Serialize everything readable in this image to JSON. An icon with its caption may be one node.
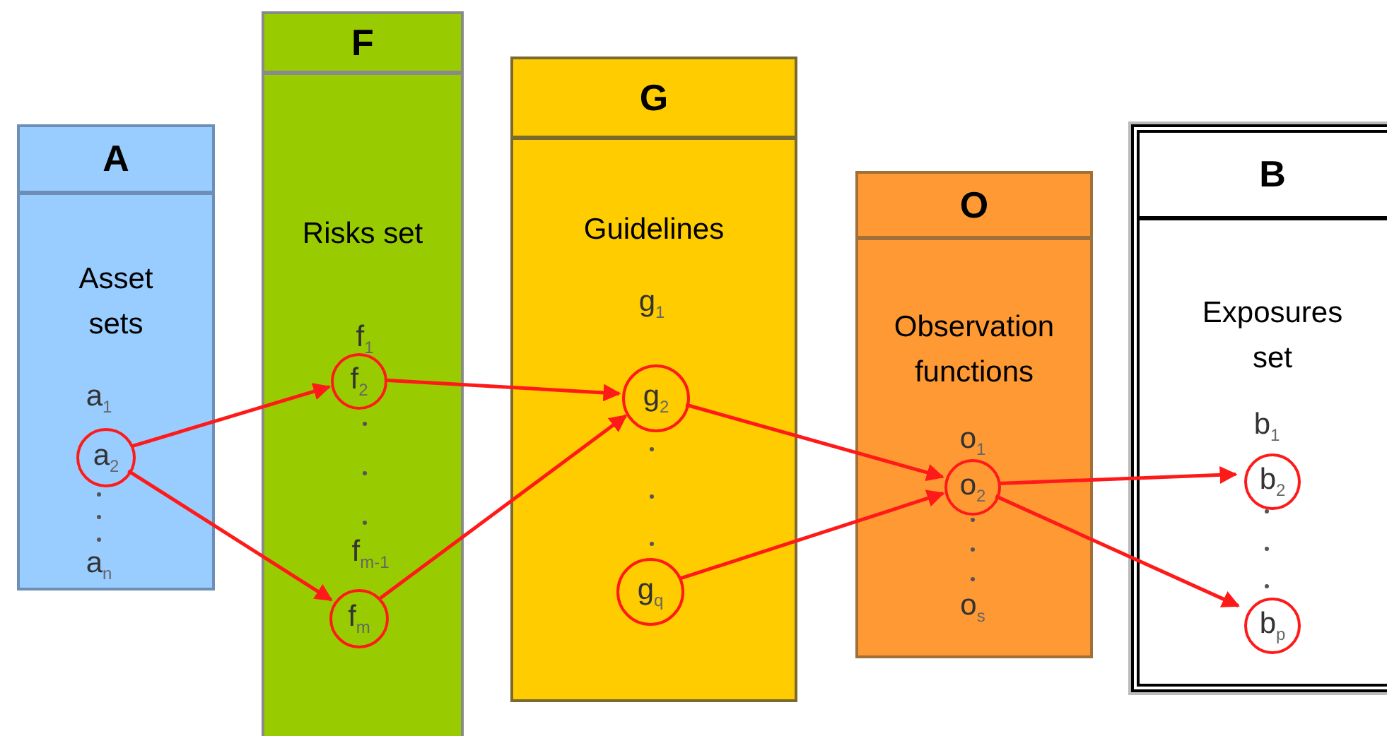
{
  "diagram": {
    "nodes": [
      {
        "text": [
          "A",
          "Asset sets"
        ]
      },
      {
        "text": [
          "a$_{2}$"
        ],
        "in": 0
      },
      {
        "text": [
          "F",
          "Risks set"
        ]
      },
      {
        "text": [
          "f$_{2}$"
        ],
        "in": 2
      },
      {
        "text": [
          "f$_{m}$"
        ],
        "in": 2
      },
      {
        "text": [
          "G",
          "Guidelines"
        ]
      },
      {
        "text": [
          "g$_{2}$"
        ],
        "in": 5
      },
      {
        "text": [
          "g$_{q}$"
        ],
        "in": 5
      },
      {
        "text": [
          "O",
          "Observation functions"
        ]
      },
      {
        "text": [
          "o$_{2}$"
        ],
        "in": 8
      },
      {
        "text": [
          "B",
          "Exposures set"
        ]
      },
      {
        "text": [
          "b$_{2}$"
        ],
        "in": 10
      },
      {
        "text": [
          "b$_{p}$"
        ],
        "in": 10
      }
    ],
    "edges": [
      {
        "from": 1,
        "to": 3,
        "arrow": "to"
      },
      {
        "from": 1,
        "to": 4,
        "arrow": "to"
      },
      {
        "from": 3,
        "to": 6,
        "arrow": "to"
      },
      {
        "from": 4,
        "to": 6,
        "arrow": "to"
      },
      {
        "from": 6,
        "to": 9,
        "arrow": "to"
      },
      {
        "from": 7,
        "to": 9,
        "arrow": "to"
      },
      {
        "from": 9,
        "to": 11,
        "arrow": "to"
      },
      {
        "from": 9,
        "to": 12,
        "arrow": "to"
      }
    ],
    "labels": [
      "a$_{1}$",
      "a$_{n}$",
      "f$_{1}$",
      "f$_{m-1}$",
      "g$_{1}$",
      "o$_{1}$",
      "o$_{s}$",
      "b$_{1}$"
    ]
  }
}
